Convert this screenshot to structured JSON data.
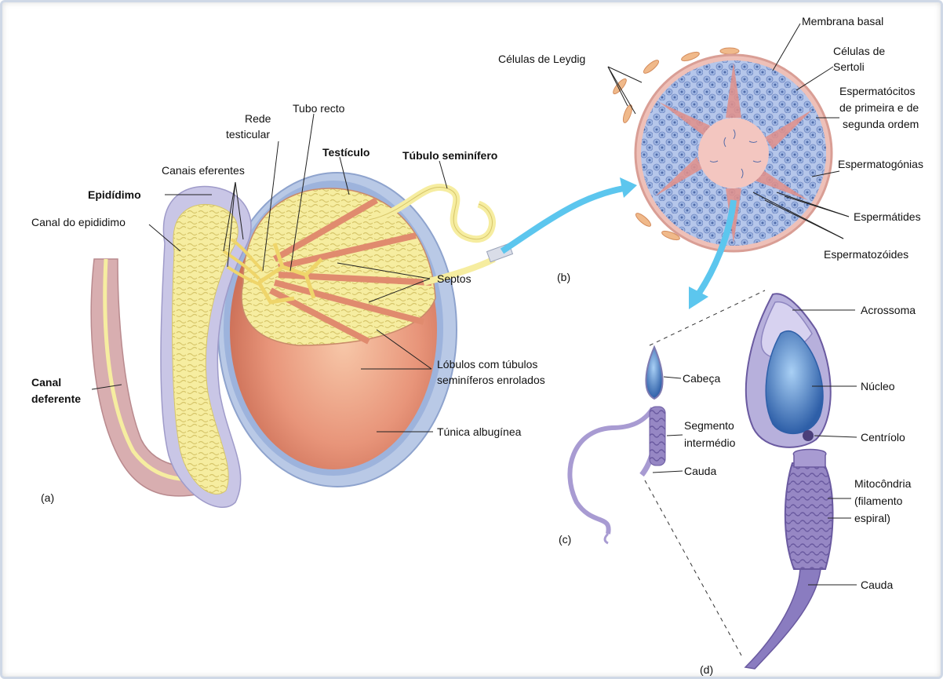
{
  "labels": {
    "epididimo": "Epidídimo",
    "canais_eferentes": "Canais eferentes",
    "rede_testicular_1": "Rede",
    "rede_testicular_2": "testicular",
    "tubo_recto": "Tubo recto",
    "testiculo": "Testículo",
    "tubulo_seminifero": "Túbulo seminífero",
    "canal_epididimo": "Canal do epididimo",
    "canal_deferente_1": "Canal",
    "canal_deferente_2": "deferente",
    "septos": "Septos",
    "lobulos_1": "Lóbulos com túbulos",
    "lobulos_2": "seminíferos enrolados",
    "tunica": "Túnica albugínea",
    "part_a": "(a)",
    "part_b": "(b)",
    "part_c": "(c)",
    "part_d": "(d)",
    "membrana_basal": "Membrana basal",
    "leydig": "Células de Leydig",
    "sertoli_1": "Células de",
    "sertoli_2": "Sertoli",
    "espermatocitos_1": "Espermatócitos",
    "espermatocitos_2": "de primeira e de",
    "espermatocitos_3": "segunda ordem",
    "espermatogonias": "Espermatogónias",
    "espermatides": "Espermátides",
    "espermatozoides": "Espermatozóides",
    "cabeca": "Cabeça",
    "segmento_1": "Segmento",
    "segmento_2": "intermédio",
    "cauda_c": "Cauda",
    "acrossoma": "Acrossoma",
    "nucleo": "Núcleo",
    "centriolo": "Centríolo",
    "mitocondria_1": "Mitocôndria",
    "mitocondria_2": "(filamento",
    "mitocondria_3": "espiral)",
    "cauda_d": "Cauda"
  },
  "colors": {
    "tubule_yellow": "#f6eda0",
    "tubule_outline": "#d6c56a",
    "testis_orange": "#e8957a",
    "albuginea_blue": "#b9c9e6",
    "epididymis_lavender": "#c9c6e6",
    "deferens_pink": "#d8aeb0",
    "cell_blue": "#9fb6e3",
    "arrow_cyan": "#5cc6ee",
    "sperm_purple": "#9a8cc6",
    "nucleus_blue": "#3f78c2"
  }
}
